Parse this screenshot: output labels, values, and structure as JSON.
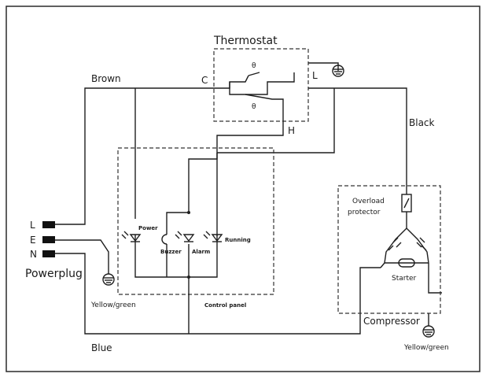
{
  "labels": {
    "thermostat": "Thermostat",
    "brown": "Brown",
    "c_terminal": "C",
    "l_terminal": "L",
    "h_terminal": "H",
    "theta_top": "θ",
    "theta_bottom": "θ",
    "black": "Black",
    "plug_l": "L",
    "plug_e": "E",
    "plug_n": "N",
    "powerplug": "Powerplug",
    "yellow_green_plug": "Yellow/green",
    "power": "Power",
    "buzzer": "Buzzer",
    "alarm": "Alarm",
    "running": "Running",
    "control_panel": "Control panel",
    "overload_line1": "Overload",
    "overload_line2": "protector",
    "starter": "Starter",
    "compressor": "Compressor",
    "yellow_green_comp": "Yellow/green",
    "blue": "Blue"
  },
  "icons": {
    "ground": "ground-icon",
    "led": "led-icon",
    "buzzer": "buzzer-icon",
    "overload": "overload-protector-icon",
    "motor": "compressor-motor-icon",
    "starter": "starter-icon"
  },
  "colors": {
    "line": "#1e1e1e",
    "background": "#ffffff"
  }
}
